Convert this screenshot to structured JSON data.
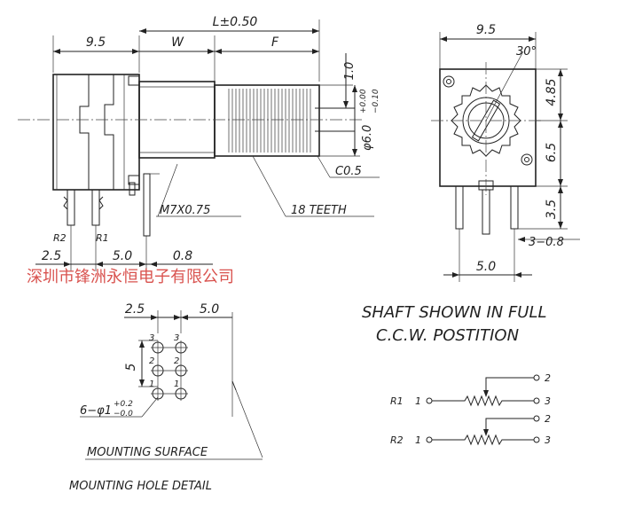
{
  "side_view": {
    "dim_body": "9.5",
    "dim_length": "L±0.50",
    "dim_w": "W",
    "dim_f": "F",
    "dim_flat": "1.0",
    "dim_shaft_main": "φ6.0",
    "dim_shaft_tol_top": "+0.00",
    "dim_shaft_tol_bottom": "−0.10",
    "dim_chamfer": "C0.5",
    "thread_label": "M7X0.75",
    "teeth_label": "18 TEETH",
    "pin_r2": "R2",
    "pin_r1": "R1",
    "dim_pitch_left": "2.5",
    "dim_pitch_mid": "5.0",
    "dim_offset": "0.8"
  },
  "front_view": {
    "dim_width": "9.5",
    "dim_angle": "30°",
    "dim_top": "4.85",
    "dim_mid": "6.5",
    "dim_lead": "3.5",
    "dim_lead_width": "3−0.8",
    "dim_bottom": "5.0"
  },
  "watermark": "深圳市锋洲永恒电子有限公司",
  "hole_detail": {
    "dim_left": "2.5",
    "dim_right": "5.0",
    "dim_vertical": "5",
    "holes_main": "6−φ1",
    "holes_tol_top": "+0.2",
    "holes_tol_bottom": "−0.0",
    "col_left_labels": [
      "3",
      "2",
      "1"
    ],
    "col_right_labels": [
      "3",
      "2",
      "1"
    ],
    "mounting_surface": "MOUNTING SURFACE",
    "title": "MOUNTING HOLE DETAIL"
  },
  "shaft_note": {
    "line1": "SHAFT SHOWN IN FULL",
    "line2": "C.C.W. POSTITION"
  },
  "schematic": {
    "r1_label": "R1",
    "r2_label": "R2",
    "pin1": "1",
    "pin2": "2",
    "pin3": "3"
  }
}
